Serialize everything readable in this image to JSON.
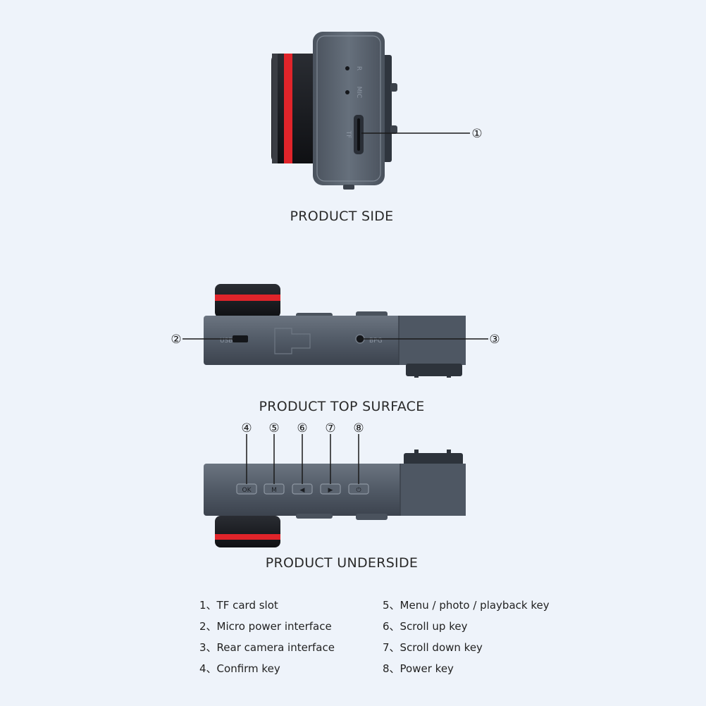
{
  "views": {
    "side": {
      "title": "PRODUCT SIDE",
      "port_labels": {
        "reset": "R",
        "mic": "MIC",
        "tf": "TF"
      },
      "callouts": [
        "①"
      ]
    },
    "top": {
      "title": "PRODUCT TOP SURFACE",
      "port_labels": {
        "usb": "USB",
        "rear": "BPG"
      },
      "callouts": [
        "②",
        "③"
      ]
    },
    "underside": {
      "title": "PRODUCT UNDERSIDE",
      "callouts": [
        "④",
        "⑤",
        "⑥",
        "⑦",
        "⑧"
      ],
      "buttons": [
        "OK",
        "M",
        "◀",
        "▶",
        "⏻"
      ]
    }
  },
  "legend": {
    "left": [
      "1、TF card slot",
      "2、Micro power interface",
      "3、Rear camera interface",
      "4、Confirm key"
    ],
    "right": [
      "5、Menu / photo / playback key",
      "6、Scroll up key",
      "7、Scroll down key",
      "8、Power key"
    ]
  },
  "colors": {
    "background": "#eef3fa",
    "body": "#56606e",
    "body_dark": "#3f4753",
    "accent_red": "#e0242a",
    "lens_black": "#16181c"
  }
}
